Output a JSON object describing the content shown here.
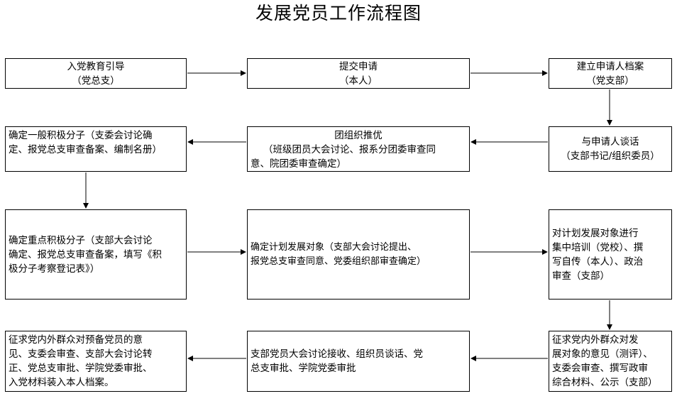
{
  "title": "发展党员工作流程图",
  "nodes": {
    "r1c1": {
      "line1": "入党教育引导",
      "line2": "（党总支）"
    },
    "r1c2": {
      "line1": "提交申请",
      "line2": "（本人）"
    },
    "r1c3": {
      "line1": "建立申请人档案",
      "line2": "（党支部）"
    },
    "r2c3": {
      "line1": "与申请人谈话",
      "line2": "（支部书记/组织委员）"
    },
    "r2c2": {
      "line1": "团组织推优",
      "line2": "（班级团员大会讨论、报系分团委审查同",
      "line3": "意、院团委审查确定）"
    },
    "r2c1": {
      "line1": "确定一般积极分子（支委会讨论确",
      "line2": "定、报党总支审查备案、编制名册）"
    },
    "r3c1": {
      "line1": "确定重点积极分子（支部大会讨论",
      "line2": "确定、报党总支审查备案，填写《积",
      "line3": "极分子考察登记表》）"
    },
    "r3c2": {
      "line1": "确定计划发展对象（支部大会讨论提出、",
      "line2": "报党总支审查同意、党委组织部审查确定）"
    },
    "r3c3": {
      "line1": "对计划发展对象进行",
      "line2": "集中培训（党校）、撰",
      "line3": "写自传（本人）、政治",
      "line4": "审查（支部）"
    },
    "r4c3": {
      "line1": "征求党内外群众对发",
      "line2": "展对象的意见（测评）、",
      "line3": "支委会审查、撰写政审",
      "line4": "综合材料、公示（支部）"
    },
    "r4c2": {
      "line1": "支部党员大会讨论接收、组织员谈话、党",
      "line2": "总支审批、学院党委审批"
    },
    "r4c1": {
      "line1": "征求党内外群众对预备党员的意",
      "line2": "见、支委会审查、支部大会讨论转",
      "line3": "正、党总支审批、学院党委审批、",
      "line4": "入党材料装入本人档案。"
    }
  }
}
